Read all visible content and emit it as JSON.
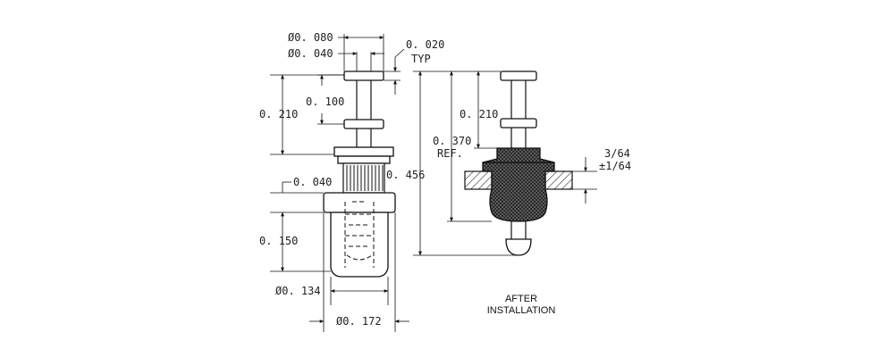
{
  "dimensions": {
    "d_080": "Ø0. 080",
    "d_040": "Ø0. 040",
    "d_020": "0. 020",
    "typ": "TYP",
    "d_210_left": "0. 210",
    "d_100": "0. 100",
    "d_040_flange": "0. 040",
    "d_150": "0. 150",
    "d_134": "Ø0. 134",
    "d_172": "Ø0. 172",
    "d_456": "0. 456",
    "d_370": "0. 370",
    "ref": "REF.",
    "d_210_right": "0. 210",
    "d_3_64": "3/64",
    "d_tol": "±1/64"
  },
  "caption": {
    "line1": "AFTER",
    "line2": "INSTALLATION"
  }
}
